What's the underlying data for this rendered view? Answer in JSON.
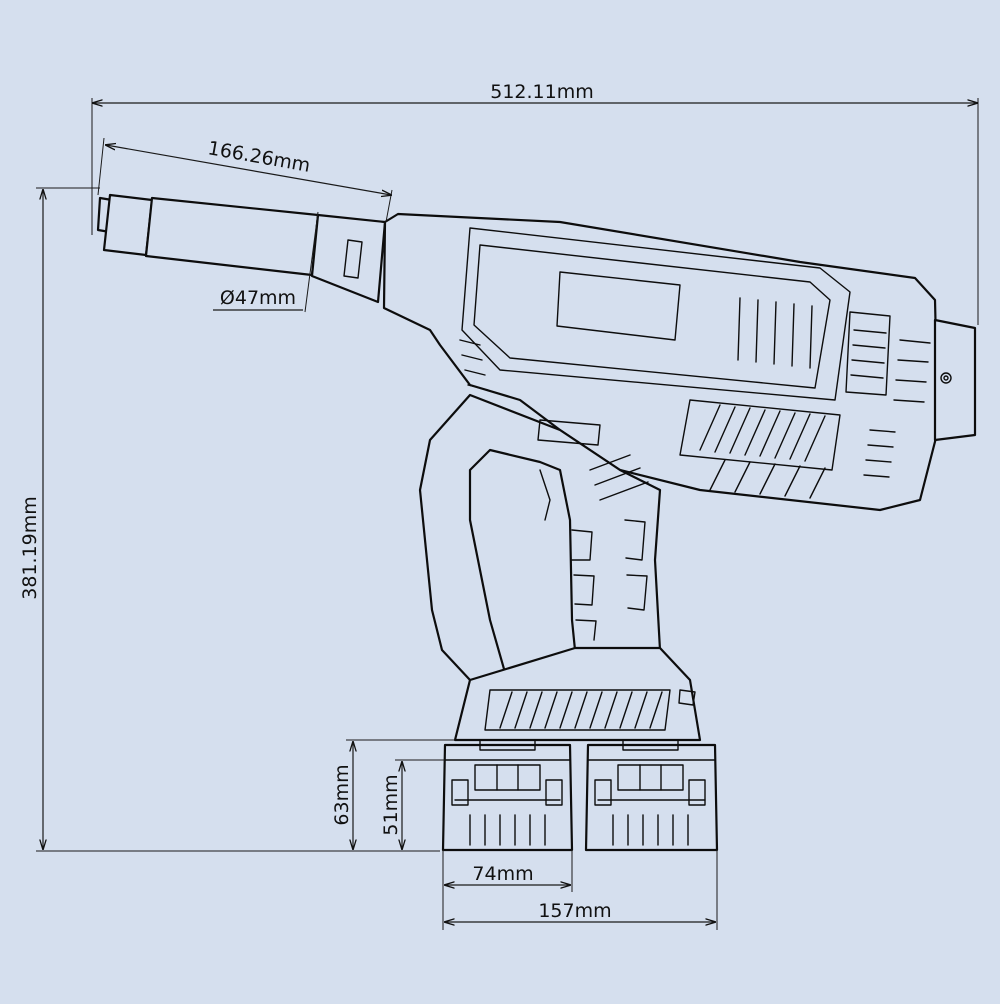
{
  "drawing": {
    "subject": "cordless power tool with twin battery packs",
    "dimensions": {
      "overall_length": "512.11mm",
      "barrel_length": "166.26mm",
      "barrel_diameter": "Ø47mm",
      "overall_height": "381.19mm",
      "battery_height_outer": "63mm",
      "battery_height_inner": "51mm",
      "battery_width_single": "74mm",
      "battery_width_pair": "157mm"
    },
    "colors": {
      "background": "#d5dfee",
      "line": "#0d0d0d"
    }
  }
}
